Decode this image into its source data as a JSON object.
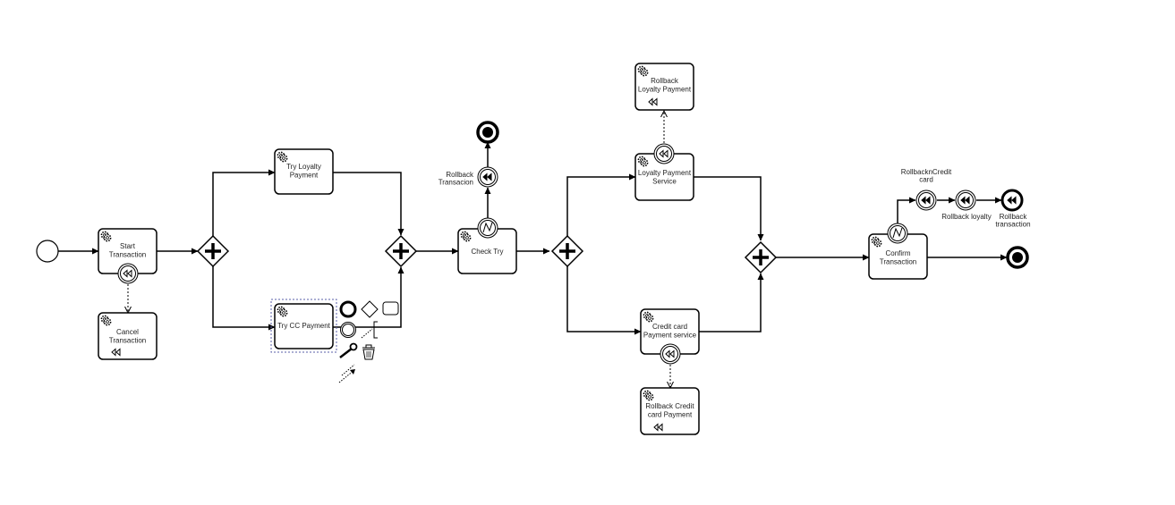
{
  "tasks": {
    "start_transaction": [
      "Start",
      "Transaction"
    ],
    "cancel_transaction": [
      "Cancel",
      "Transaction"
    ],
    "try_loyalty_payment": [
      "Try Loyalty",
      "Payment"
    ],
    "try_cc_payment": [
      "Try CC Payment"
    ],
    "check_try": [
      "Check Try"
    ],
    "rollback_loyalty_payment": [
      "Rollback",
      "Loyalty Payment"
    ],
    "loyalty_payment_service": [
      "Loyalty Payment",
      "Service"
    ],
    "credit_card_payment_service": [
      "Credit card",
      "Payment service"
    ],
    "rollback_credit_card_payment": [
      "Rollback Credit",
      "card Payment"
    ],
    "confirm_transaction": [
      "Confirm",
      "Transaction"
    ]
  },
  "events": {
    "rollback_transacion": [
      "Rollback",
      "Transacion"
    ],
    "rollback_credit_card": [
      "RollbacknCredit",
      "card"
    ],
    "rollback_loyalty": [
      "Rollback loyalty"
    ],
    "rollback_transaction": [
      "Rollback",
      "transaction"
    ]
  }
}
